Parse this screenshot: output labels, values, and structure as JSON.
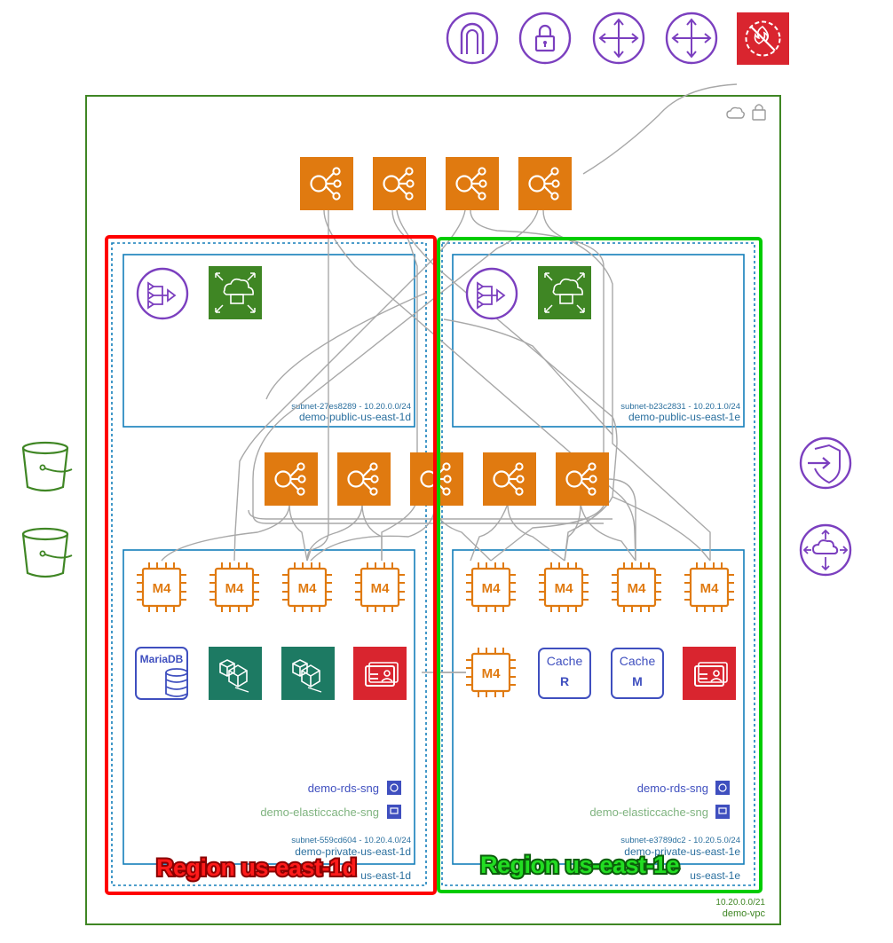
{
  "vpc": {
    "cidr": "10.20.0.0/21",
    "name": "demo-vpc",
    "color": "#3f8624"
  },
  "az": {
    "left": {
      "name": "us-east-1d",
      "color": "#147eba"
    },
    "right": {
      "name": "us-east-1e",
      "color": "#147eba"
    }
  },
  "regions": {
    "left": {
      "label": "Region us-east-1d",
      "color": "#ff0000"
    },
    "right": {
      "label": "Region us-east-1e",
      "color": "#00cc00"
    }
  },
  "subnets": {
    "public_left": {
      "id": "subnet-27es8289 - 10.20.0.0/24",
      "name": "demo-public-us-east-1d"
    },
    "public_right": {
      "id": "subnet-b23c2831 - 10.20.1.0/24",
      "name": "demo-public-us-east-1e"
    },
    "private_left": {
      "id": "subnet-559cd604 - 10.20.4.0/24",
      "name": "demo-private-us-east-1d"
    },
    "private_right": {
      "id": "subnet-e3789dc2 - 10.20.5.0/24",
      "name": "demo-private-us-east-1e"
    }
  },
  "groups": {
    "rds": "demo-rds-sng",
    "cache": "demo-elasticcache-sng"
  },
  "instance_label": "M4",
  "mariadb_label": "MariaDB",
  "cache_nodes": [
    {
      "title": "Cache",
      "letter": "R"
    },
    {
      "title": "Cache",
      "letter": "M"
    }
  ],
  "icons": {
    "top": [
      "internet-gateway-icon",
      "vpn-gateway-icon",
      "router-icon",
      "router-icon",
      "network-firewall-icon"
    ],
    "left": [
      "s3-bucket-icon",
      "s3-bucket-icon"
    ],
    "right": [
      "privatelink-endpoint-icon",
      "transit-gateway-icon"
    ]
  },
  "colors": {
    "orange": "#e07a10",
    "purple": "#7b3fbf",
    "green": "#3f8624",
    "red": "#d9252f",
    "teal": "#1d7a63",
    "blue_db": "#3f4fbf",
    "line": "#a8a8a8"
  }
}
